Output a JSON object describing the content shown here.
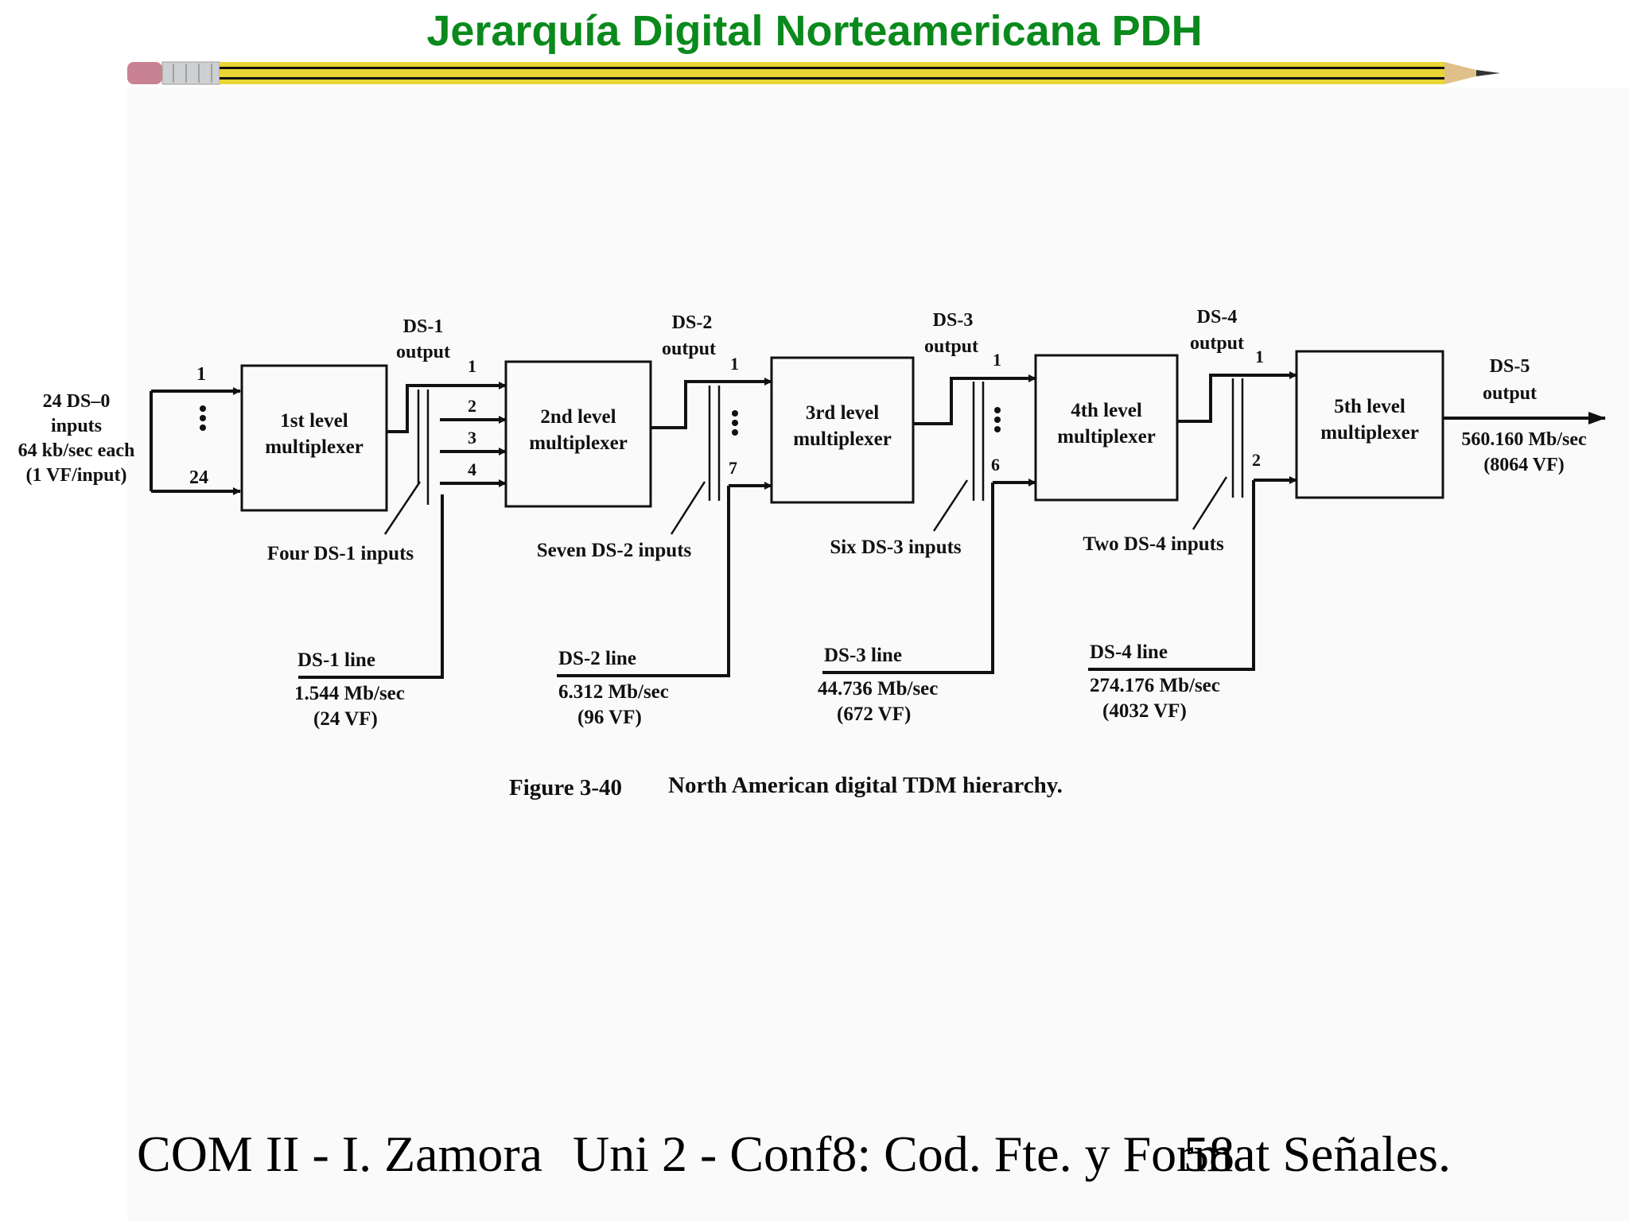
{
  "title": "Jerarquía Digital Norteamericana PDH",
  "diagram": {
    "input": {
      "line1": "24 DS–0",
      "line2": "inputs",
      "line3": "64 kb/sec each",
      "line4": "(1 VF/input)",
      "first_index": "1",
      "last_index": "24"
    },
    "multiplexers": [
      {
        "line1": "1st level",
        "line2": "multiplexer"
      },
      {
        "line1": "2nd level",
        "line2": "multiplexer"
      },
      {
        "line1": "3rd level",
        "line2": "multiplexer"
      },
      {
        "line1": "4th level",
        "line2": "multiplexer"
      },
      {
        "line1": "5th level",
        "line2": "multiplexer"
      }
    ],
    "outputs": [
      {
        "line1": "DS-1",
        "line2": "output"
      },
      {
        "line1": "DS-2",
        "line2": "output"
      },
      {
        "line1": "DS-3",
        "line2": "output"
      },
      {
        "line1": "DS-4",
        "line2": "output"
      }
    ],
    "final_output": {
      "line1": "DS-5",
      "line2": "output",
      "rate": "560.160 Mb/sec",
      "vf": "(8064 VF)"
    },
    "input_numbers": [
      [
        "1",
        "2",
        "3",
        "4"
      ],
      [
        "1",
        "7"
      ],
      [
        "1",
        "6"
      ],
      [
        "1",
        "2"
      ]
    ],
    "input_groups": [
      "Four DS-1 inputs",
      "Seven DS-2 inputs",
      "Six DS-3 inputs",
      "Two DS-4 inputs"
    ],
    "lines": [
      {
        "name": "DS-1 line",
        "rate": "1.544 Mb/sec",
        "vf": "(24 VF)"
      },
      {
        "name": "DS-2 line",
        "rate": "6.312 Mb/sec",
        "vf": "(96 VF)"
      },
      {
        "name": "DS-3 line",
        "rate": "44.736 Mb/sec",
        "vf": "(672 VF)"
      },
      {
        "name": "DS-4 line",
        "rate": "274.176 Mb/sec",
        "vf": "(4032 VF)"
      }
    ],
    "caption_number": "Figure 3-40",
    "caption_text": "North American digital TDM hierarchy."
  },
  "footer": {
    "left": "COM II - I. Zamora",
    "middle": "Uni 2 - Conf8: Cod. Fte. y Format Señales.",
    "page_number": "58"
  }
}
